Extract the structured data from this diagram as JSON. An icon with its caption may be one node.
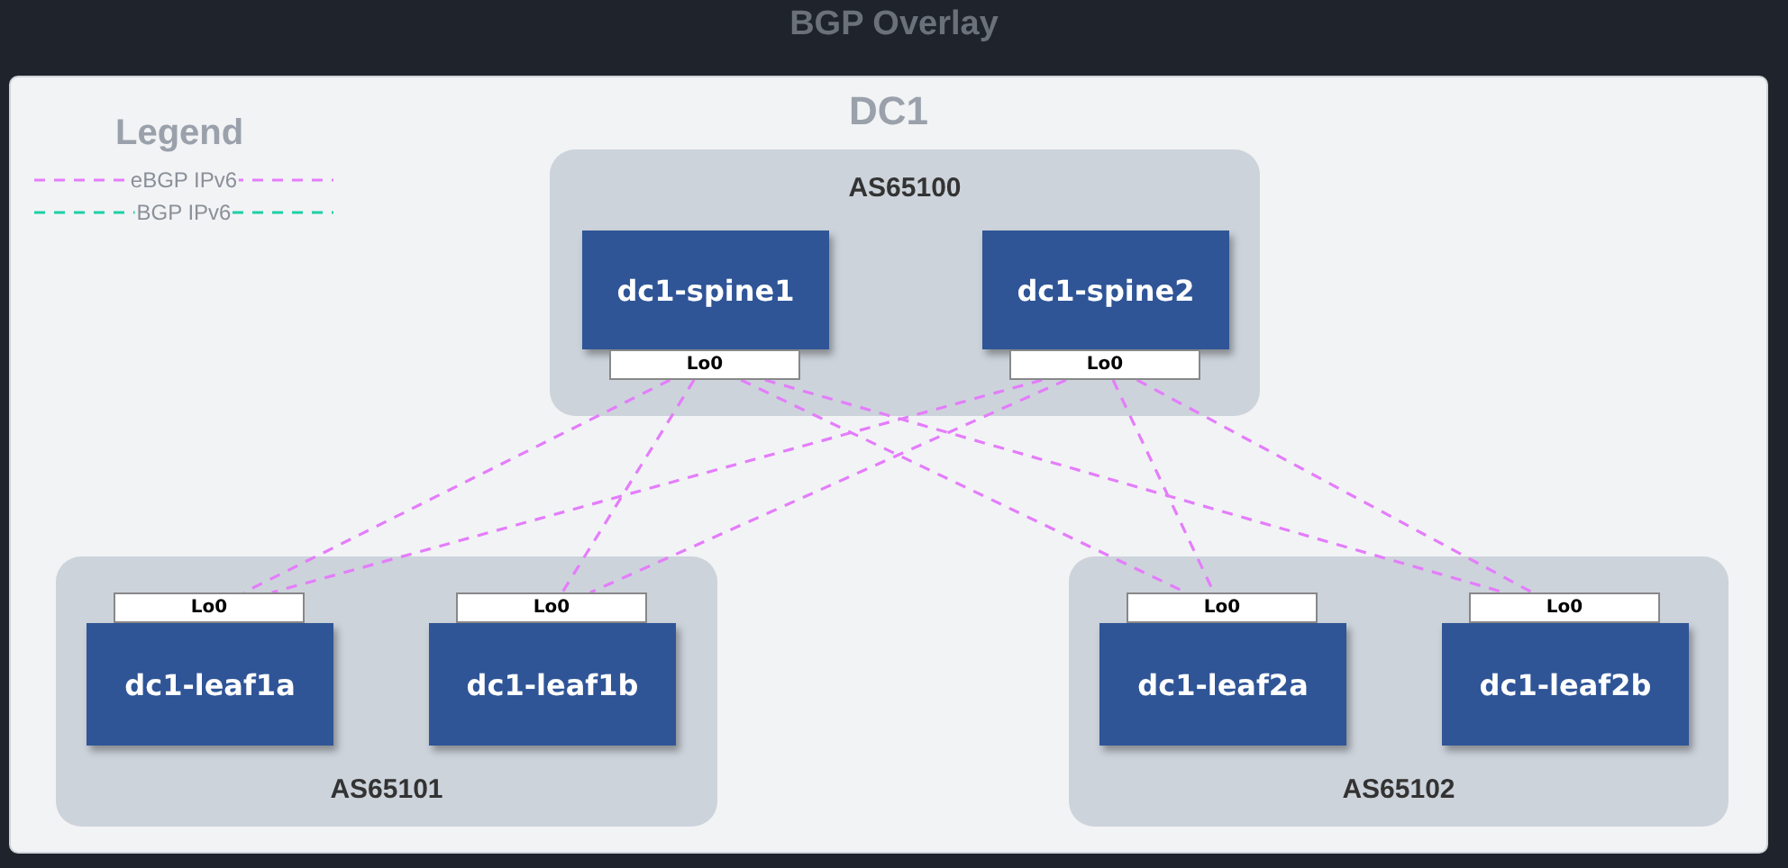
{
  "diagram": {
    "title": "BGP Overlay",
    "nodes": [
      {
        "text": [
          "DC1"
        ]
      },
      {
        "text": [
          "AS65100"
        ],
        "in": 0
      },
      {
        "text": [
          "dc1-spine1"
        ],
        "in": 1
      },
      {
        "text": [
          "Lo0"
        ],
        "in": 1
      },
      {
        "text": [
          "dc1-spine2"
        ],
        "in": 1
      },
      {
        "text": [
          "Lo0"
        ],
        "in": 1
      },
      {
        "text": [
          "AS65101"
        ],
        "in": 0
      },
      {
        "text": [
          "dc1-leaf1a"
        ],
        "in": 6
      },
      {
        "text": [
          "Lo0"
        ],
        "in": 6
      },
      {
        "text": [
          "dc1-leaf1b"
        ],
        "in": 6
      },
      {
        "text": [
          "Lo0"
        ],
        "in": 6
      },
      {
        "text": [
          "AS65102"
        ],
        "in": 0
      },
      {
        "text": [
          "dc1-leaf2a"
        ],
        "in": 11
      },
      {
        "text": [
          "Lo0"
        ],
        "in": 11
      },
      {
        "text": [
          "dc1-leaf2b"
        ],
        "in": 11
      },
      {
        "text": [
          "Lo0"
        ],
        "in": 11
      }
    ],
    "edges": [
      {
        "from": 3,
        "to": 8,
        "arrow": "none",
        "style": "dashed"
      },
      {
        "from": 3,
        "to": 10,
        "arrow": "none",
        "style": "dashed"
      },
      {
        "from": 3,
        "to": 13,
        "arrow": "none",
        "style": "dashed"
      },
      {
        "from": 3,
        "to": 15,
        "arrow": "none",
        "style": "dashed"
      },
      {
        "from": 5,
        "to": 8,
        "arrow": "none",
        "style": "dashed"
      },
      {
        "from": 5,
        "to": 10,
        "arrow": "none",
        "style": "dashed"
      },
      {
        "from": 5,
        "to": 13,
        "arrow": "none",
        "style": "dashed"
      },
      {
        "from": 5,
        "to": 15,
        "arrow": "none",
        "style": "dashed"
      }
    ],
    "labels": [
      "Legend"
    ],
    "legend": [
      {
        "text": "eBGP IPv6"
      },
      {
        "text": "BGP IPv6"
      }
    ]
  }
}
